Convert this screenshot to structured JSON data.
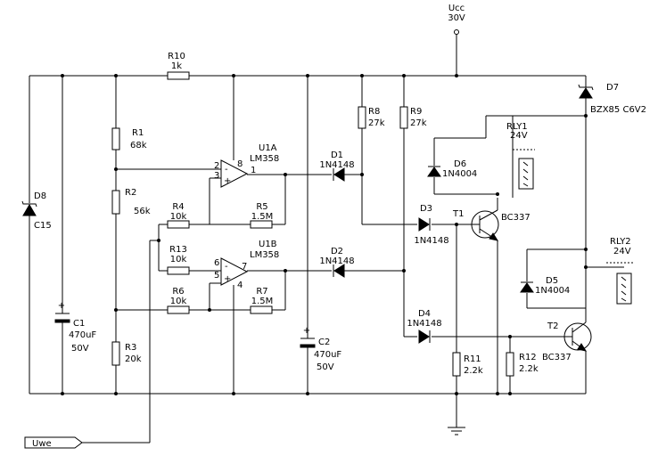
{
  "supply": {
    "name": "Ucc",
    "value": "30V"
  },
  "input_label": "Uwe",
  "components": {
    "R10": {
      "ref": "R10",
      "value": "1k"
    },
    "R1": {
      "ref": "R1",
      "value": "68k"
    },
    "R2": {
      "ref": "R2",
      "value": "56k"
    },
    "R3": {
      "ref": "R3",
      "value": "20k"
    },
    "R4": {
      "ref": "R4",
      "value": "10k"
    },
    "R5": {
      "ref": "R5",
      "value": "1.5M"
    },
    "R13": {
      "ref": "R13",
      "value": "10k"
    },
    "R6": {
      "ref": "R6",
      "value": "10k"
    },
    "R7": {
      "ref": "R7",
      "value": "1.5M"
    },
    "R8": {
      "ref": "R8",
      "value": "27k"
    },
    "R9": {
      "ref": "R9",
      "value": "27k"
    },
    "R11": {
      "ref": "R11",
      "value": "2.2k"
    },
    "R12": {
      "ref": "R12",
      "value": "2.2k"
    },
    "C1": {
      "ref": "C1",
      "value": "470uF",
      "voltage": "50V"
    },
    "C2": {
      "ref": "C2",
      "value": "470uF",
      "voltage": "50V"
    },
    "D8": {
      "ref": "D8",
      "value": "C15"
    },
    "D7": {
      "ref": "D7",
      "value": "BZX85 C6V2"
    },
    "D1": {
      "ref": "D1",
      "value": "1N4148"
    },
    "D2": {
      "ref": "D2",
      "value": "1N4148"
    },
    "D3": {
      "ref": "D3",
      "value": "1N4148"
    },
    "D4": {
      "ref": "D4",
      "value": "1N4148"
    },
    "D5": {
      "ref": "D5",
      "value": "1N4004"
    },
    "D6": {
      "ref": "D6",
      "value": "1N4004"
    },
    "U1A": {
      "ref": "U1A",
      "value": "LM358"
    },
    "U1B": {
      "ref": "U1B",
      "value": "LM358"
    },
    "T1": {
      "ref": "T1",
      "value": "BC337"
    },
    "T2": {
      "ref": "T2",
      "value": "BC337"
    },
    "RLY1": {
      "ref": "RLY1",
      "value": "24V"
    },
    "RLY2": {
      "ref": "RLY2",
      "value": "24V"
    }
  },
  "pins": {
    "u1a_pin2": "2",
    "u1a_pin3": "3",
    "u1a_pin8": "8",
    "u1a_pin1": "1",
    "u1b_pin6": "6",
    "u1b_pin5": "5",
    "u1b_pin4": "4",
    "u1b_pin7": "7"
  },
  "polarity": {
    "plus": "+",
    "minus": "-"
  }
}
